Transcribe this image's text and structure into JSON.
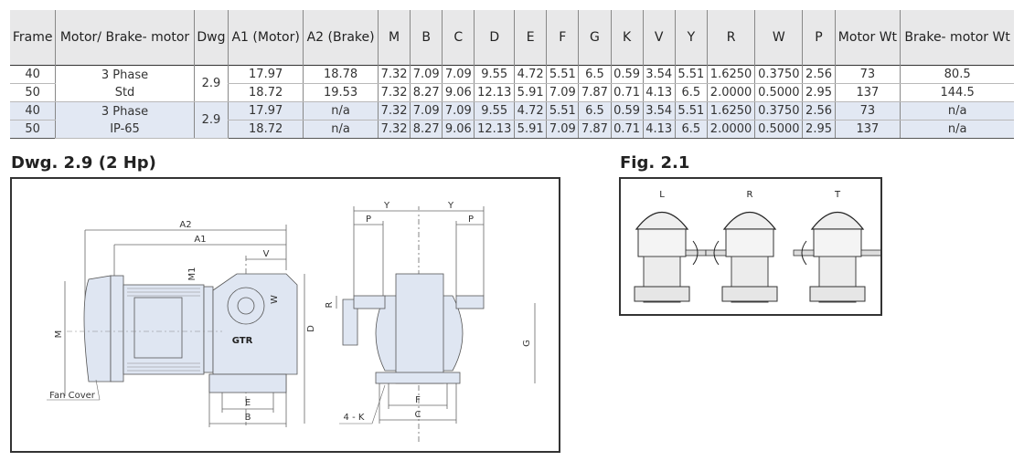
{
  "table": {
    "headers": [
      "Frame",
      "Motor/ Brake- motor",
      "Dwg",
      "A1 (Motor)",
      "A2 (Brake)",
      "M",
      "B",
      "C",
      "D",
      "E",
      "F",
      "G",
      "K",
      "V",
      "Y",
      "R",
      "W",
      "P",
      "Motor Wt",
      "Brake- motor Wt"
    ],
    "groups": [
      {
        "type": "3 Phase Std",
        "type_lines": [
          "3 Phase",
          "Std"
        ],
        "dwg": "2.9",
        "rows": [
          {
            "frame": "40",
            "values": [
              "17.97",
              "18.78",
              "7.32",
              "7.09",
              "7.09",
              "9.55",
              "4.72",
              "5.51",
              "6.5",
              "0.59",
              "3.54",
              "5.51",
              "1.6250",
              "0.3750",
              "2.56",
              "73",
              "80.5"
            ]
          },
          {
            "frame": "50",
            "values": [
              "18.72",
              "19.53",
              "7.32",
              "8.27",
              "9.06",
              "12.13",
              "5.91",
              "7.09",
              "7.87",
              "0.71",
              "4.13",
              "6.5",
              "2.0000",
              "0.5000",
              "2.95",
              "137",
              "144.5"
            ]
          }
        ]
      },
      {
        "type": "3 Phase IP-65",
        "type_lines": [
          "3 Phase",
          "IP-65"
        ],
        "dwg": "2.9",
        "rows": [
          {
            "frame": "40",
            "values": [
              "17.97",
              "n/a",
              "7.32",
              "7.09",
              "7.09",
              "9.55",
              "4.72",
              "5.51",
              "6.5",
              "0.59",
              "3.54",
              "5.51",
              "1.6250",
              "0.3750",
              "2.56",
              "73",
              "n/a"
            ]
          },
          {
            "frame": "50",
            "values": [
              "18.72",
              "n/a",
              "7.32",
              "8.27",
              "9.06",
              "12.13",
              "5.91",
              "7.09",
              "7.87",
              "0.71",
              "4.13",
              "6.5",
              "2.0000",
              "0.5000",
              "2.95",
              "137",
              "n/a"
            ]
          }
        ]
      }
    ]
  },
  "drawing": {
    "title": "Dwg. 2.9 (2 Hp)",
    "labels": {
      "A2": "A2",
      "A1": "A1",
      "V": "V",
      "M1": "M1",
      "W": "W",
      "M": "M",
      "D": "D",
      "E": "E",
      "B": "B",
      "fan_cover": "Fan Cover",
      "brand": "GTR",
      "Y": "Y",
      "P": "P",
      "R": "R",
      "G": "G",
      "F": "F",
      "C": "C",
      "K": "4 - K"
    }
  },
  "figure": {
    "title": "Fig. 2.1",
    "views": [
      "L",
      "R",
      "T"
    ]
  },
  "colors": {
    "part_fill": "#dfe6f2",
    "header_bg": "#e8e8e9",
    "group_bg": "#e2e8f3"
  }
}
